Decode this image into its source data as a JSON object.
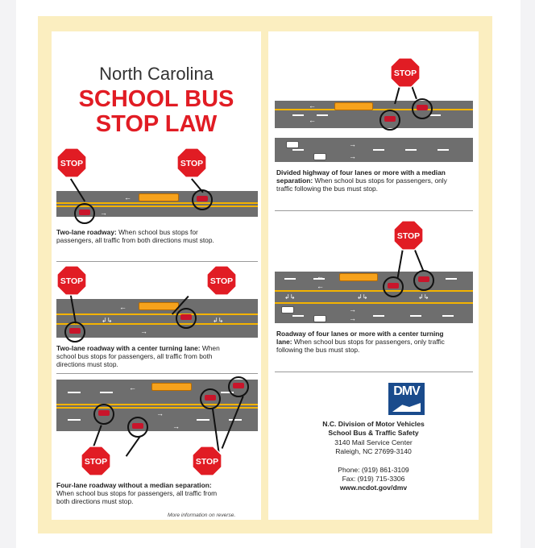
{
  "title": {
    "state": "North Carolina",
    "line1": "SCHOOL BUS",
    "line2": "STOP LAW"
  },
  "stop_sign_text": "STOP",
  "scenarios": [
    {
      "heading": "Two-lane roadway:",
      "text": " When school bus stops for passengers, all traffic from both directions must stop."
    },
    {
      "heading": "Two-lane roadway with a center turning lane:",
      "text": " When school bus stops for passengers, all traffic from both directions must stop."
    },
    {
      "heading": "Four-lane roadway without a median separation:",
      "text": " When school bus stops for passengers, all traffic from both directions must stop."
    },
    {
      "heading": "Divided highway of four lanes or more with a median separation:",
      "text": " When school bus stops for passengers, only traffic following the bus must stop."
    },
    {
      "heading": "Roadway of four lanes or more with a center turning lane:",
      "text": " When school bus stops for passengers, only traffic following the bus must stop."
    }
  ],
  "more_info": "More information on reverse.",
  "dmv": {
    "logo_text": "DMV",
    "org_line1": "N.C. Division of Motor Vehicles",
    "org_line2": "School Bus & Traffic Safety",
    "street": "3140 Mail Service Center",
    "city": "Raleigh, NC 27699-3140",
    "phone": "Phone: (919) 861-3109",
    "fax": "Fax: (919) 715-3306",
    "web": "www.ncdot.gov/dmv"
  },
  "colors": {
    "stop_red": "#e11c24",
    "border_yellow": "#fbeec0",
    "bus_yellow": "#f6a21c",
    "road_gray": "#6e6e6e",
    "dmv_blue": "#1a4b8c"
  }
}
